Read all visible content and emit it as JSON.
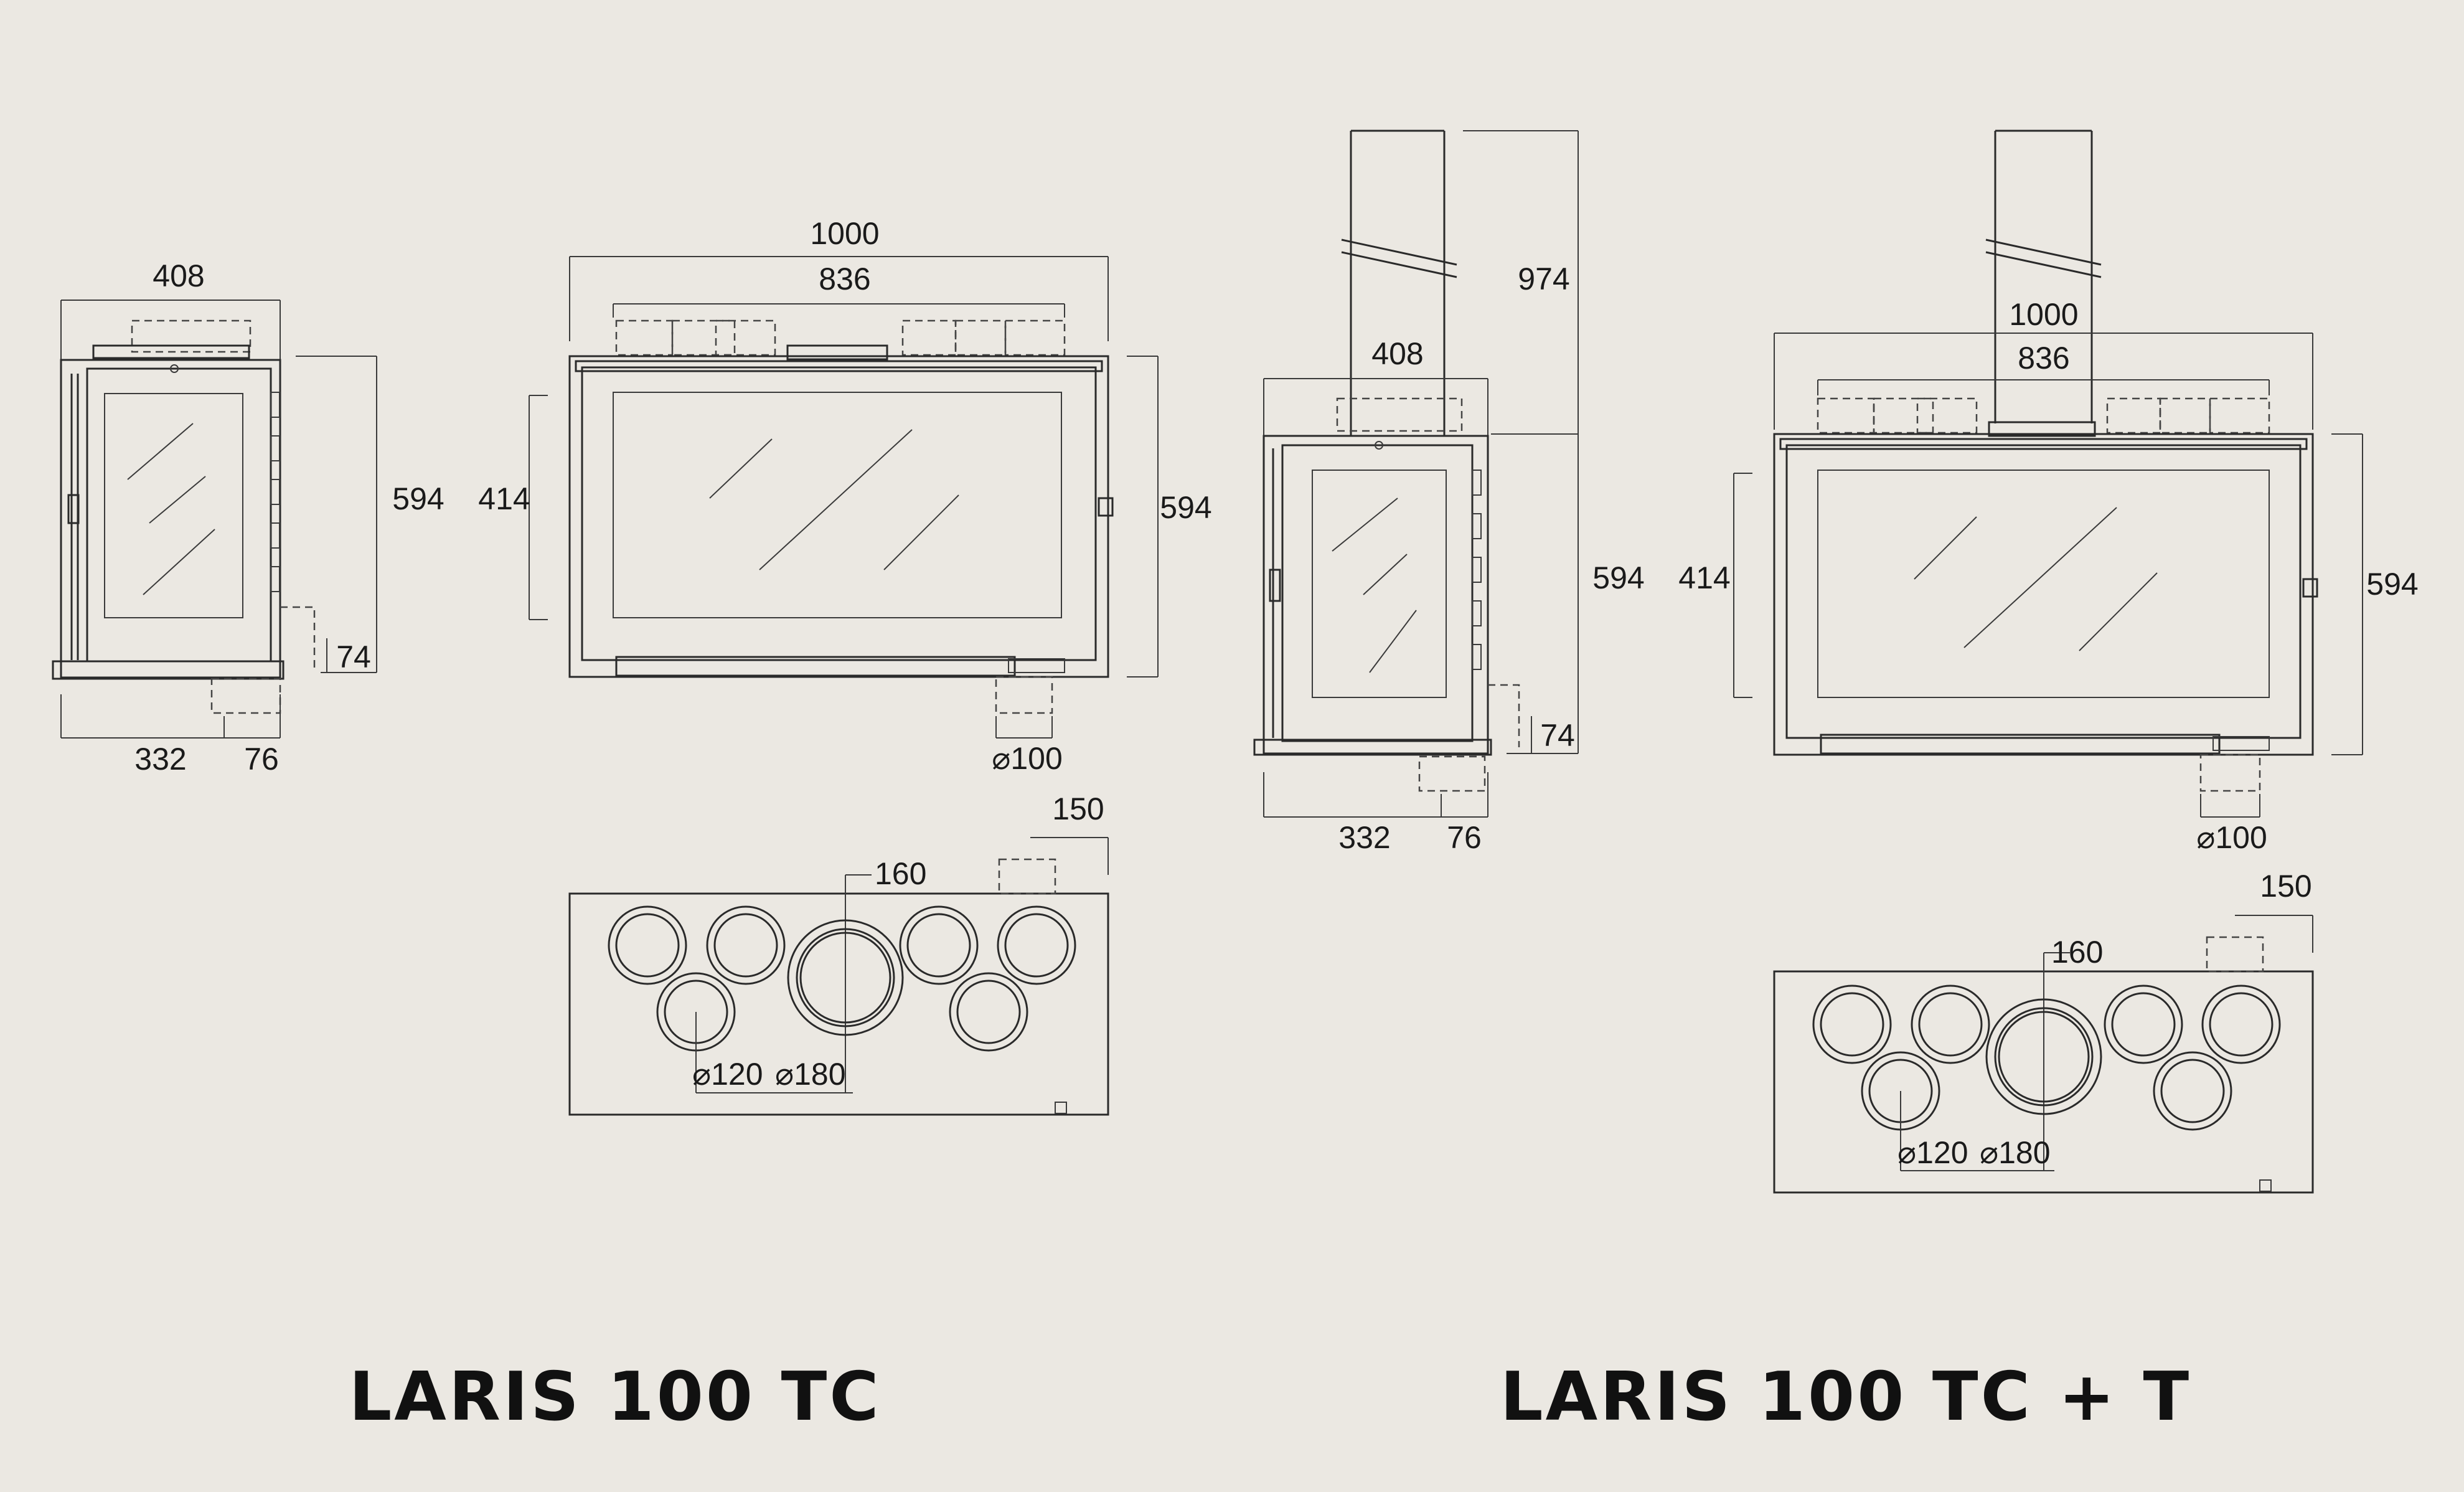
{
  "titles": {
    "left": "LARIS 100 TC",
    "right": "LARIS 100 TC + T"
  },
  "left": {
    "side": {
      "width": "408",
      "height": "594",
      "bottom_depth": "332",
      "bottom_offset": "76",
      "foot": "74"
    },
    "front": {
      "outer_width": "1000",
      "inner_width": "836",
      "glass_height": "414",
      "height": "594",
      "air_inlet": "⌀100"
    },
    "top": {
      "offset": "150",
      "flue": "160",
      "small_outlet": "⌀120",
      "large_outlet": "⌀180"
    }
  },
  "right": {
    "side": {
      "width": "408",
      "flue_height": "974",
      "height": "594",
      "bottom_depth": "332",
      "bottom_offset": "76",
      "foot": "74"
    },
    "front": {
      "outer_width": "1000",
      "inner_width": "836",
      "glass_height": "414",
      "height": "594",
      "air_inlet": "⌀100"
    },
    "top": {
      "offset": "150",
      "flue": "160",
      "small_outlet": "⌀120",
      "large_outlet": "⌀180"
    }
  },
  "colors": {
    "background": "#ebe8e2",
    "line": "#2a2a2a",
    "text": "#111111"
  }
}
